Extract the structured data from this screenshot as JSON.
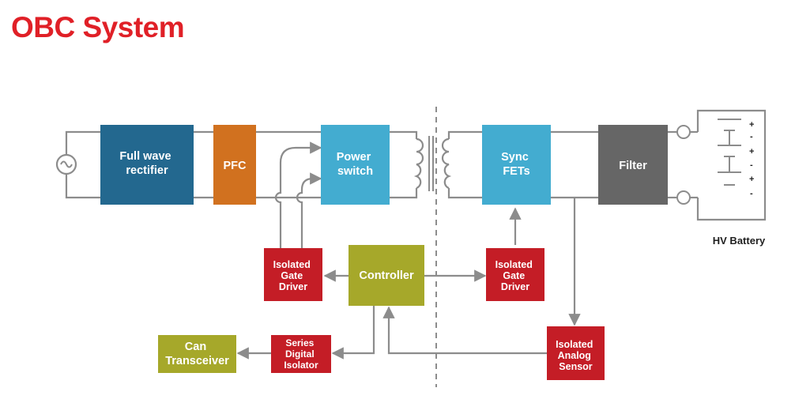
{
  "title": "OBC System",
  "colors": {
    "title": "#e02027",
    "dark_blue": "#23688f",
    "orange": "#d1711f",
    "light_blue": "#43acd0",
    "gray": "#666666",
    "red": "#c41d26",
    "olive": "#a6a82a",
    "wire": "#8c8c8c"
  },
  "blocks": {
    "rectifier": [
      "Full wave",
      "rectifier"
    ],
    "pfc": [
      "PFC"
    ],
    "power_switch": [
      "Power",
      "switch"
    ],
    "sync_fets": [
      "Sync",
      "FETs"
    ],
    "filter": [
      "Filter"
    ],
    "gate_driver_left": [
      "Isolated",
      "Gate",
      "Driver"
    ],
    "controller": [
      "Controller"
    ],
    "gate_driver_right": [
      "Isolated",
      "Gate",
      "Driver"
    ],
    "can_transceiver": [
      "Can",
      "Transceiver"
    ],
    "digital_isolator": [
      "Series",
      "Digital",
      "Isolator"
    ],
    "analog_sensor": [
      "Isolated",
      "Analog",
      "Sensor"
    ]
  },
  "battery": {
    "label": "HV Battery",
    "signs": [
      "+",
      "-",
      "+",
      "-",
      "+",
      "-"
    ]
  },
  "icons": {
    "ac_source": "ac-source-icon",
    "transformer": "transformer-icon",
    "battery": "battery-icon"
  }
}
